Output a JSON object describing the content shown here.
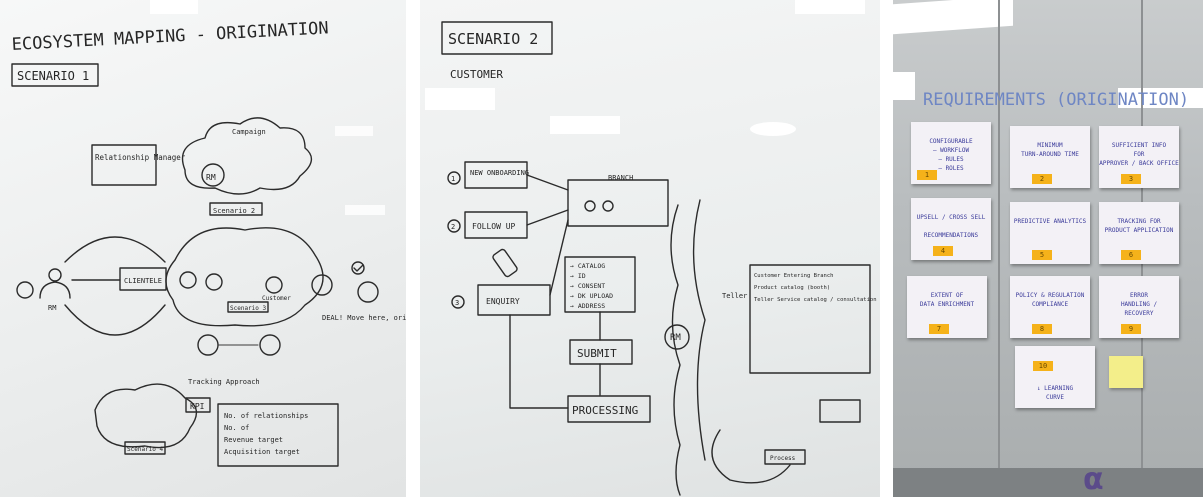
{
  "panel1": {
    "title": "ECOSYSTEM MAPPING - ORIGINATION",
    "scenario": "SCENARIO 1",
    "rel_manager": "Relationship Manager",
    "clientele": "CLIENTELE",
    "rm": "RM",
    "deal_note": "DEAL! Move here, origination process begins",
    "kpi": "KPI",
    "kpi_items": [
      "No. of relationships",
      "No. of",
      "Revenue target",
      "Acquisition target"
    ],
    "tracking": "Tracking Approach",
    "scenario2_label": "Scenario 2",
    "scenario3_label": "Scenario 3",
    "scenario4_label": "Scenario 4",
    "campaign": "Campaign",
    "customer": "Customer"
  },
  "panel2": {
    "title": "SCENARIO 2",
    "subtitle": "CUSTOMER",
    "new_onboarding": "NEW ONBOARDING",
    "follow_up": "FOLLOW UP",
    "enquiry": "ENQUIRY",
    "branch": "BRANCH",
    "steps": [
      "→ CATALOG",
      "→ ID",
      "→ CONSENT",
      "→ DK UPLOAD",
      "→ ADDRESS"
    ],
    "submit": "SUBMIT",
    "processing": "PROCESSING",
    "rm": "RM",
    "teller": "Teller",
    "process_label": "Process",
    "right_items": [
      "Customer Entering Branch",
      "Product catalog (booth)",
      "Teller Service catalog / consultation"
    ],
    "stats": [
      "1",
      "2",
      "3"
    ]
  },
  "panel3": {
    "title": "REQUIREMENTS (ORIGINATION)",
    "notes": [
      {
        "text": "CONFIGURABLE\n— WORKFLOW\n— RULES\n— ROLES",
        "num": "1"
      },
      {
        "text": "MINIMUM\nTURN-AROUND TIME",
        "num": "2"
      },
      {
        "text": "SUFFICIENT INFO\nFOR\nAPPROVER / BACK OFFICE",
        "num": "3"
      },
      {
        "text": "UPSELL / CROSS SELL\n\nRECOMMENDATIONS",
        "num": "4"
      },
      {
        "text": "PREDICTIVE ANALYTICS",
        "num": "5"
      },
      {
        "text": "TRACKING FOR\nPRODUCT APPLICATION",
        "num": "6"
      },
      {
        "text": "EXTENT OF\nDATA ENRICHMENT",
        "num": "7"
      },
      {
        "text": "POLICY & REGULATION\nCOMPLIANCE",
        "num": "8"
      },
      {
        "text": "ERROR\nHANDLING /\nRECOVERY",
        "num": "9"
      },
      {
        "text": "↓ LEARNING\nCURVE",
        "num": "10"
      }
    ],
    "logo": "α"
  }
}
